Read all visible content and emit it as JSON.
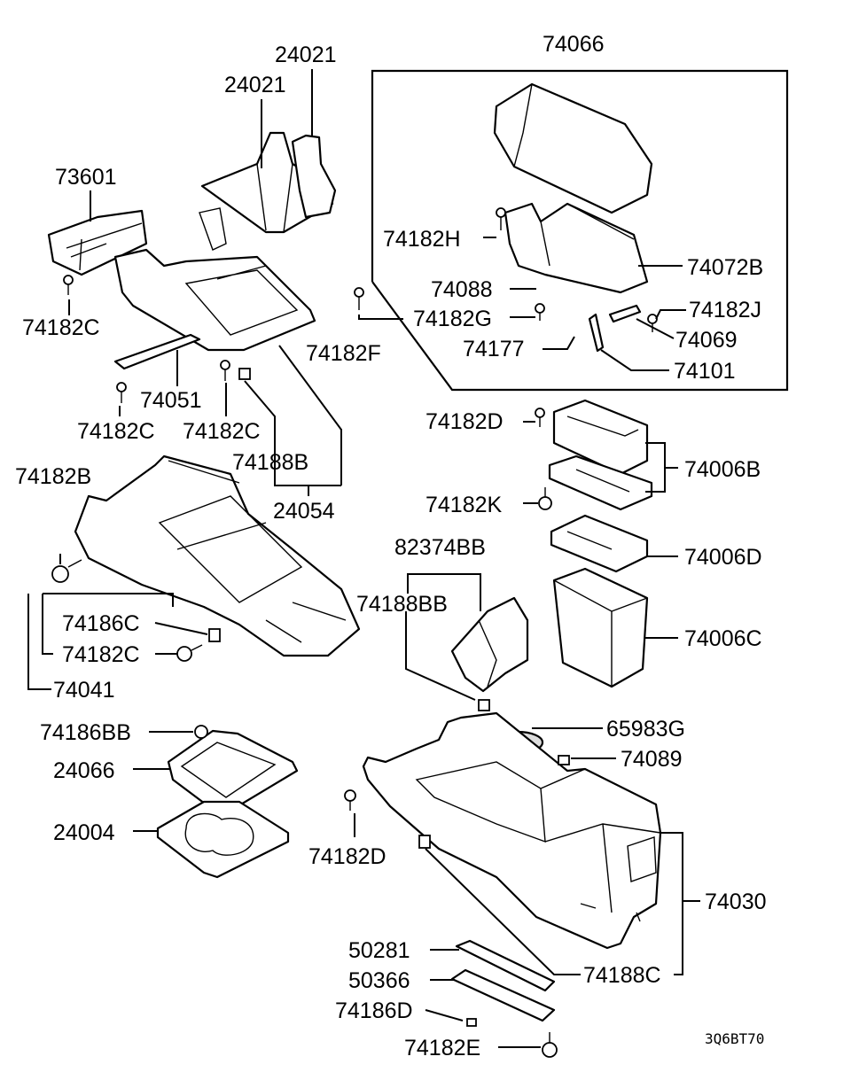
{
  "labels": {
    "p74066": "74066",
    "p24021a": "24021",
    "p24021b": "24021",
    "p73601": "73601",
    "p74182h": "74182H",
    "p74072b": "74072B",
    "p74088": "74088",
    "p74182j": "74182J",
    "p74182g": "74182G",
    "p74182c_a": "74182C",
    "p74069": "74069",
    "p74177": "74177",
    "p74182f": "74182F",
    "p74101": "74101",
    "p74051": "74051",
    "p74182d_a": "74182D",
    "p74182c_b": "74182C",
    "p74182c_c": "74182C",
    "p74188b": "74188B",
    "p74006b": "74006B",
    "p74182b": "74182B",
    "p74182k": "74182K",
    "p24054": "24054",
    "p82374bb": "82374BB",
    "p74006d": "74006D",
    "p74188bb": "74188BB",
    "p74186c": "74186C",
    "p74006c": "74006C",
    "p74182c_d": "74182C",
    "p74041": "74041",
    "p65983g": "65983G",
    "p74186bb": "74186BB",
    "p74089": "74089",
    "p24066": "24066",
    "p24004": "24004",
    "p74182d_b": "74182D",
    "p74030": "74030",
    "p50281": "50281",
    "p74188c": "74188C",
    "p50366": "50366",
    "p74186d": "74186D",
    "p74182e": "74182E"
  },
  "diagram_code": "3Q6BT70"
}
